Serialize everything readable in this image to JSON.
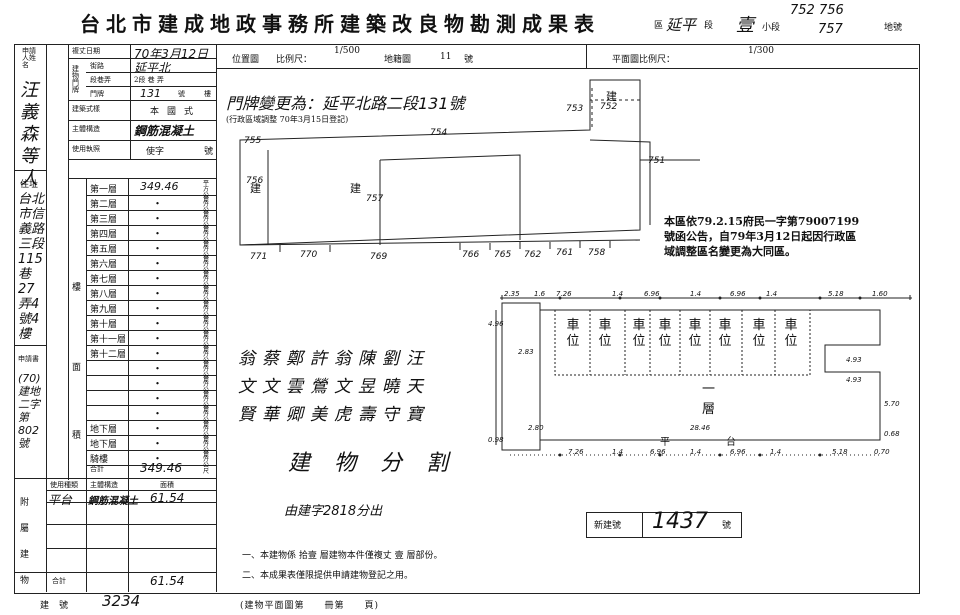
{
  "header": {
    "title": "台北市建成地政事務所建築改良物勘測成果表",
    "district_label": "區",
    "district_value": "延平",
    "section_label": "段",
    "section_value": "壹",
    "subsection_label": "小段",
    "lot_label": "地號",
    "lot_value_1": "752 756",
    "lot_value_2": "757"
  },
  "left_panel": {
    "applicant_label": "申請人姓名",
    "applicant_name": "汪義森等人",
    "address_label": "住址",
    "address_value": "台北市信義路三段115巷27弄4號4樓",
    "application_label": "申請書",
    "application_value": "(70)建地二字第802號",
    "survey_date_label": "複丈日期",
    "survey_date_value": "70年3月12日",
    "building_label": "建物門牌",
    "street_label": "街路",
    "street_value": "延平北",
    "lane_label": "段巷弄",
    "lane_value": "2段 巷 弄",
    "number_label": "門牌",
    "number_value": "131",
    "number_unit": "號",
    "floor_unit": "樓",
    "style_label": "建築式樣",
    "style_value": "本國式",
    "structure_label": "主體構造",
    "structure_value": "鋼筋混凝土",
    "use_label": "使用執照",
    "use_value": "使字",
    "use_no": "號",
    "floors_label": "樓面",
    "area_label": "積",
    "floors": [
      "第一層",
      "第二層",
      "第三層",
      "第四層",
      "第五層",
      "第六層",
      "第七層",
      "第八層",
      "第九層",
      "第十層",
      "第十一層",
      "第十二層",
      "",
      "",
      "",
      "",
      "地下層",
      "地下層",
      "騎樓"
    ],
    "floor_values": [
      "349.46",
      "・",
      "・",
      "・",
      "・",
      "・",
      "・",
      "・",
      "・",
      "・",
      "・",
      "・",
      "・",
      "・",
      "・",
      "・",
      "・",
      "・",
      "・"
    ],
    "area_unit": "平方公尺",
    "total_label": "合計",
    "total_value": "349.46",
    "annex_use_label": "使用種類",
    "annex_struct_label": "主體構造",
    "annex_area_label": "面積",
    "annex_side": "附屬建物",
    "annex_use_value": "平台",
    "annex_struct_value": "鋼筋混凝土",
    "annex_area_value": "61.54",
    "annex_total_label": "合計",
    "annex_total_value": "61.54"
  },
  "location": {
    "label": "位置圖",
    "scale_label": "比例尺：",
    "scale_value": "1/500",
    "map_label": "地籍圖",
    "map_value": "11",
    "map_unit": "號",
    "note_line1": "門牌變更為：延平北路二段131號",
    "note_line2": "(行政區域調整 70年3月15日登記)",
    "lot_numbers": [
      "755",
      "754",
      "753",
      "752",
      "751",
      "756",
      "757",
      "771",
      "770",
      "769",
      "766",
      "765",
      "762",
      "761",
      "758"
    ],
    "building_marks": [
      "建",
      "建",
      "建"
    ]
  },
  "plan": {
    "label": "平面圖比例尺：",
    "scale_value": "1/300",
    "notice": "本區依79.2.15府民一字第79007199號函公告，自79年3月12日起因行政區域調整區名變更為大同區。",
    "parking_label": "車位",
    "floor_label": "一層",
    "platform_label": "平台",
    "dims_top": [
      "2.35",
      "1.6",
      "7.26",
      "1.4",
      "6.96",
      "1.4",
      "6.96",
      "1.4",
      "5.18",
      "1.60"
    ],
    "dims_bottom": [
      "7.26",
      "1.4",
      "6.96",
      "1.4",
      "6.96",
      "1.4",
      "5.18",
      "0.70"
    ],
    "dims_side": [
      "4.96",
      "2.83",
      "2.80",
      "28.46",
      "4.93",
      "4.93",
      "5.70",
      "0.68",
      "0.98"
    ]
  },
  "owners": {
    "row1": "翁蔡鄭許翁陳劉汪",
    "row2": "文文雲鶯文昱曉天",
    "row3": "賢華卿美虎壽守寶",
    "split": "建物分割",
    "from": "由建字2818分出"
  },
  "new_building": {
    "label": "新建號",
    "value": "1437",
    "unit": "號"
  },
  "footnotes": {
    "line1": "一、本建物係 拾壹 層建物本件僅複丈 壹 層部份。",
    "line2": "二、本成果表僅限提供申請建物登記之用。"
  },
  "footer": {
    "building_no_label": "建號",
    "building_no_value": "3234",
    "plan_ref": "(建物平面圖第　　冊第　　頁)"
  }
}
